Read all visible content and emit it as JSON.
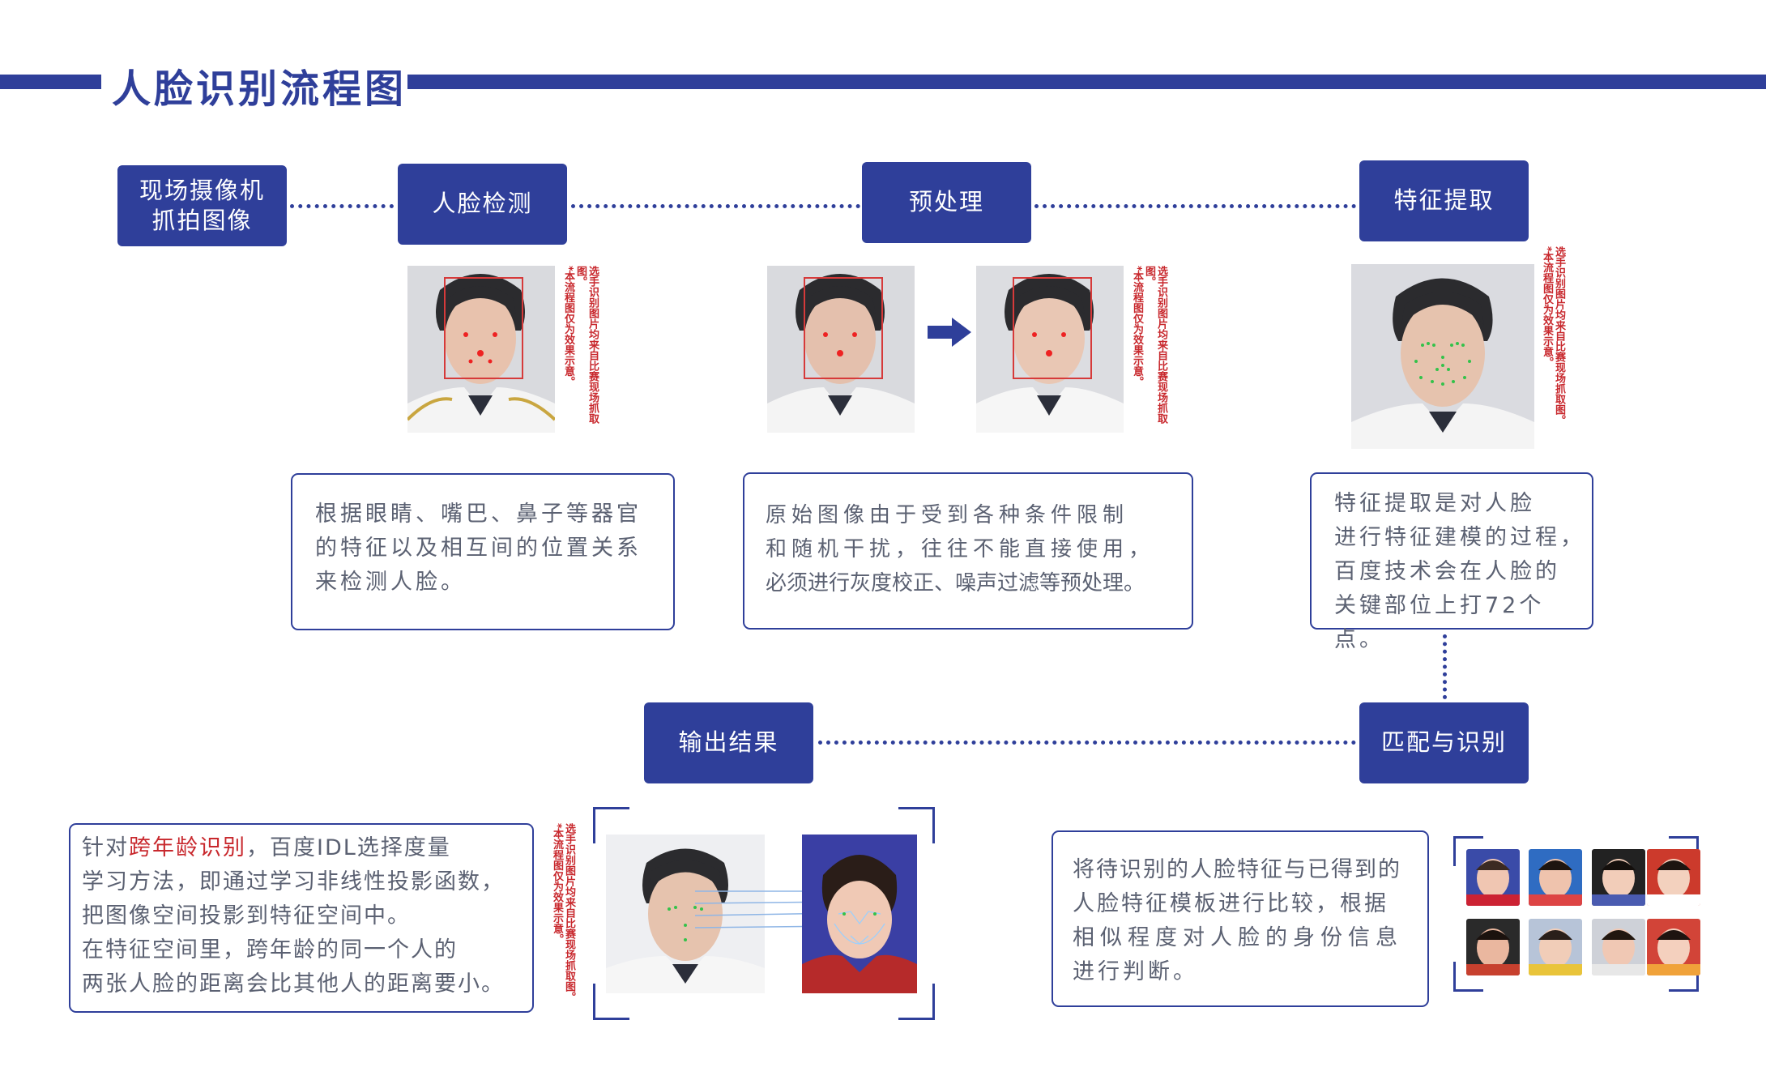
{
  "title": "人脸识别流程图",
  "steps": {
    "capture": "现场摄像机\n抓拍图像",
    "detect": "人脸检测",
    "preprocess": "预处理",
    "extract": "特征提取",
    "match": "匹配与识别",
    "output": "输出结果"
  },
  "descriptions": {
    "detect": [
      "根据眼睛、嘴巴、鼻子等器官",
      "的特征以及相互间的位置关系",
      "来检测人脸。"
    ],
    "preprocess": [
      "原始图像由于受到各种条件限制",
      "和随机干扰，往往不能直接使用，",
      "必须进行灰度校正、噪声过滤等预处理。"
    ],
    "extract": [
      "特征提取是对人脸",
      "进行特征建模的过程，",
      "百度技术会在人脸的",
      "关键部位上打72个点。"
    ],
    "match": [
      "将待识别的人脸特征与已得到的",
      "人脸特征模板进行比较，根据",
      "相似程度对人脸的身份信息",
      "进行判断。"
    ],
    "output": {
      "line1_prefix": "针对",
      "line1_highlight": "跨年龄识别",
      "line1_suffix": "，百度IDL选择度量",
      "line2": "学习方法，即通过学习非线性投影函数，",
      "line3": "把图像空间投影到特征空间中。",
      "line4": "在特征空间里，跨年龄的同一个人的",
      "line5": "两张人脸的距离会比其他人的距离要小。"
    }
  },
  "notes": {
    "line1": "选手识别图片均来自比赛现场抓取图。",
    "line2": "*本流程图仅为效果示意。"
  },
  "colors": {
    "primary": "#2f3f9a",
    "text": "#5b6172",
    "highlight": "#c8282d"
  },
  "icons": {
    "arrow": "right-arrow-icon"
  }
}
